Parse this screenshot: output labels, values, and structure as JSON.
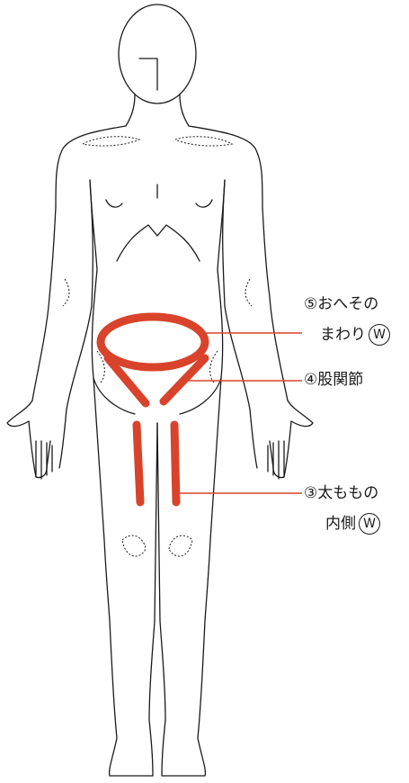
{
  "colors": {
    "highlight": "#d9432b",
    "outline": "#1a1a1a",
    "leader": "#d9432b"
  },
  "labels": {
    "navel": {
      "line1": "⑤おへその",
      "line2": "まわり",
      "badge": "W"
    },
    "hip": {
      "text": "④股関節"
    },
    "thigh": {
      "line1": "③太ももの",
      "line2": "内側",
      "badge": "W"
    }
  }
}
